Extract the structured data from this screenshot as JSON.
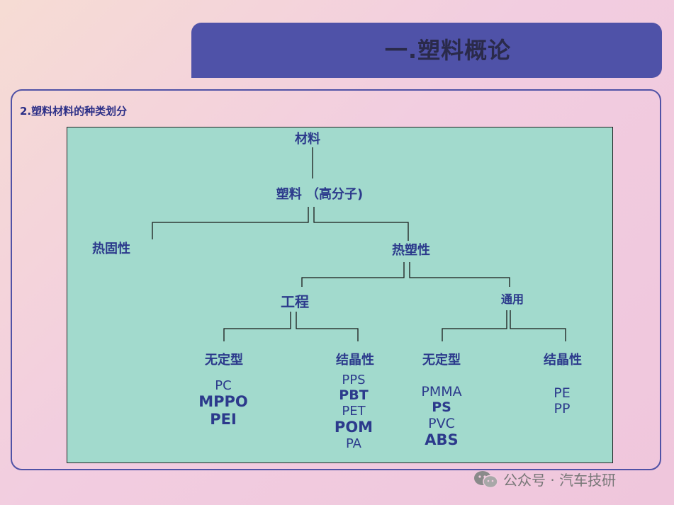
{
  "title": "一.塑料概论",
  "section_heading": "2.塑料材料的种类划分",
  "diagram": {
    "root": "材料",
    "level1": "塑料 （高分子)",
    "thermoset": "热固性",
    "thermoplastic": "热塑性",
    "engineering": "工程",
    "general": "通用",
    "eng_amorphous": "无定型",
    "eng_crystalline": "结晶性",
    "gen_amorphous": "无定型",
    "gen_crystalline": "结晶性",
    "eng_amorphous_items": [
      "PC",
      "MPPO",
      "PEI"
    ],
    "eng_crystalline_items": [
      "PPS",
      "PBT",
      "PET",
      "POM",
      "PA"
    ],
    "gen_amorphous_items": [
      "PMMA",
      "PS",
      "PVC",
      "ABS"
    ],
    "gen_crystalline_items": [
      "PE",
      "PP"
    ]
  },
  "watermark": {
    "text": "公众号 · 汽车技研",
    "icon": "wechat-icon"
  }
}
